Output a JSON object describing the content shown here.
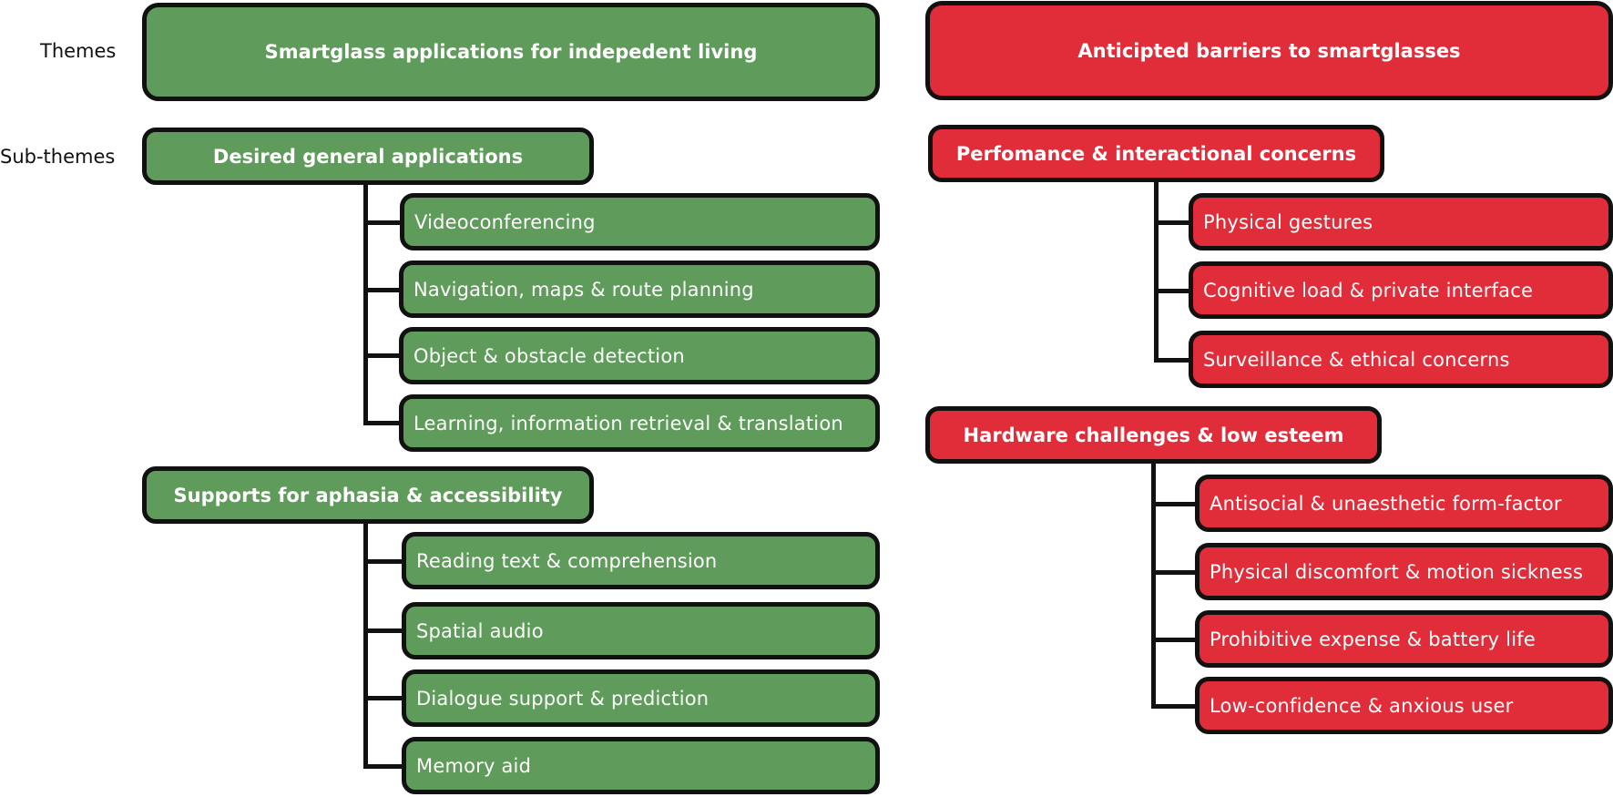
{
  "colors": {
    "green": "#5f9b5a",
    "red": "#e12d39",
    "outline": "#111111",
    "text_on_box": "#ffffff"
  },
  "row_labels": {
    "themes": "Themes",
    "sub_themes": "Sub-themes"
  },
  "left_column": {
    "theme": "Smartglass applications for indepedent living",
    "groups": [
      {
        "label": "Desired general applications",
        "items": [
          "Videoconferencing",
          "Navigation, maps & route planning",
          "Object & obstacle detection",
          "Learning, information retrieval & translation"
        ]
      },
      {
        "label": "Supports for aphasia & accessibility",
        "items": [
          "Reading text & comprehension",
          "Spatial audio",
          "Dialogue support & prediction",
          "Memory aid"
        ]
      }
    ]
  },
  "right_column": {
    "theme": "Anticipted barriers to smartglasses",
    "groups": [
      {
        "label": "Perfomance & interactional concerns",
        "items": [
          "Physical gestures",
          "Cognitive load & private interface",
          "Surveillance & ethical concerns"
        ]
      },
      {
        "label": "Hardware challenges & low esteem",
        "items": [
          "Antisocial & unaesthetic form-factor",
          "Physical discomfort & motion sickness",
          "Prohibitive expense & battery life",
          "Low-confidence & anxious user"
        ]
      }
    ]
  }
}
